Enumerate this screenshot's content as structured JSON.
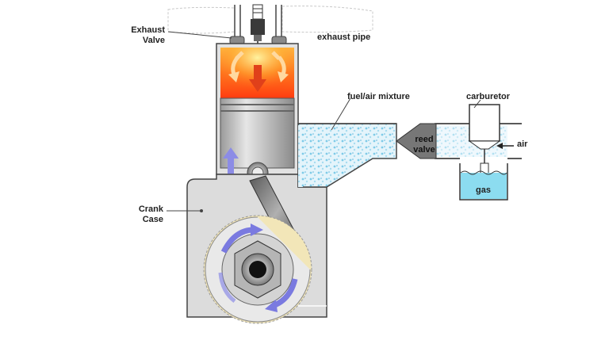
{
  "labels": {
    "exhaust_valve": "Exhaust\nValve",
    "exhaust_pipe": "exhaust pipe",
    "fuel_air_mixture": "fuel/air mixture",
    "carburetor": "carburetor",
    "reed_valve": "reed\nvalve",
    "air": "air",
    "gas": "gas",
    "crank_case": "Crank\nCase"
  },
  "colors": {
    "background": "#ffffff",
    "engine_gray": "#d9d9d9",
    "engine_outline": "#444444",
    "combustion_top": "#ff4a12",
    "combustion_bottom": "#ffb347",
    "piston": "#bdbdbd",
    "arrow_blue": "#8c8ce6",
    "mixture_blue": "#cfe9f7",
    "gas_liquid": "#7fd6ea",
    "crank_oil": "#f2e6b8"
  }
}
